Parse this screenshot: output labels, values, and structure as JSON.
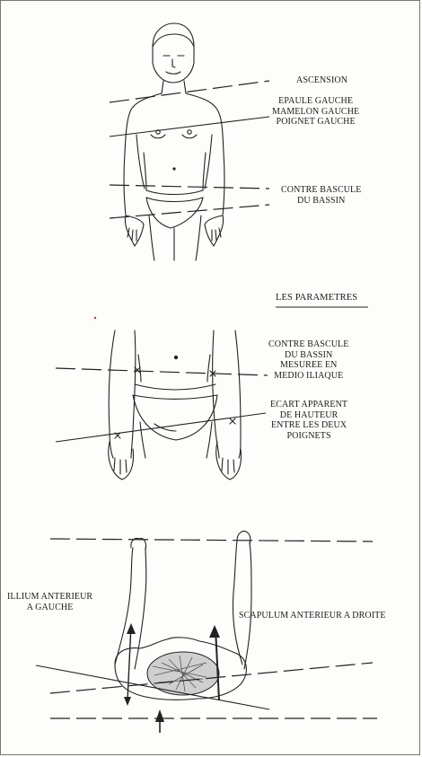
{
  "figure_top": {
    "label_ascension": "ASCENSION",
    "label_left_side": [
      "EPAULE GAUCHE",
      "MAMELON GAUCHE",
      "POIGNET GAUCHE"
    ],
    "label_pelvis": [
      "CONTRE BASCULE",
      "DU BASSIN"
    ]
  },
  "figure_middle": {
    "section_title": "LES PARAMETRES",
    "label_iliac": [
      "CONTRE BASCULE",
      "DU BASSIN",
      "MESUREE EN",
      "MEDIO ILIAQUE"
    ],
    "label_wrists": [
      "ECART APPARENT",
      "DE HAUTEUR",
      "ENTRE LES DEUX",
      "POIGNETS"
    ]
  },
  "figure_bottom": {
    "label_left": [
      "ILLIUM ANTERIEUR",
      "A GAUCHE"
    ],
    "label_right": "SCAPULUM ANTERIEUR A DROITE"
  }
}
